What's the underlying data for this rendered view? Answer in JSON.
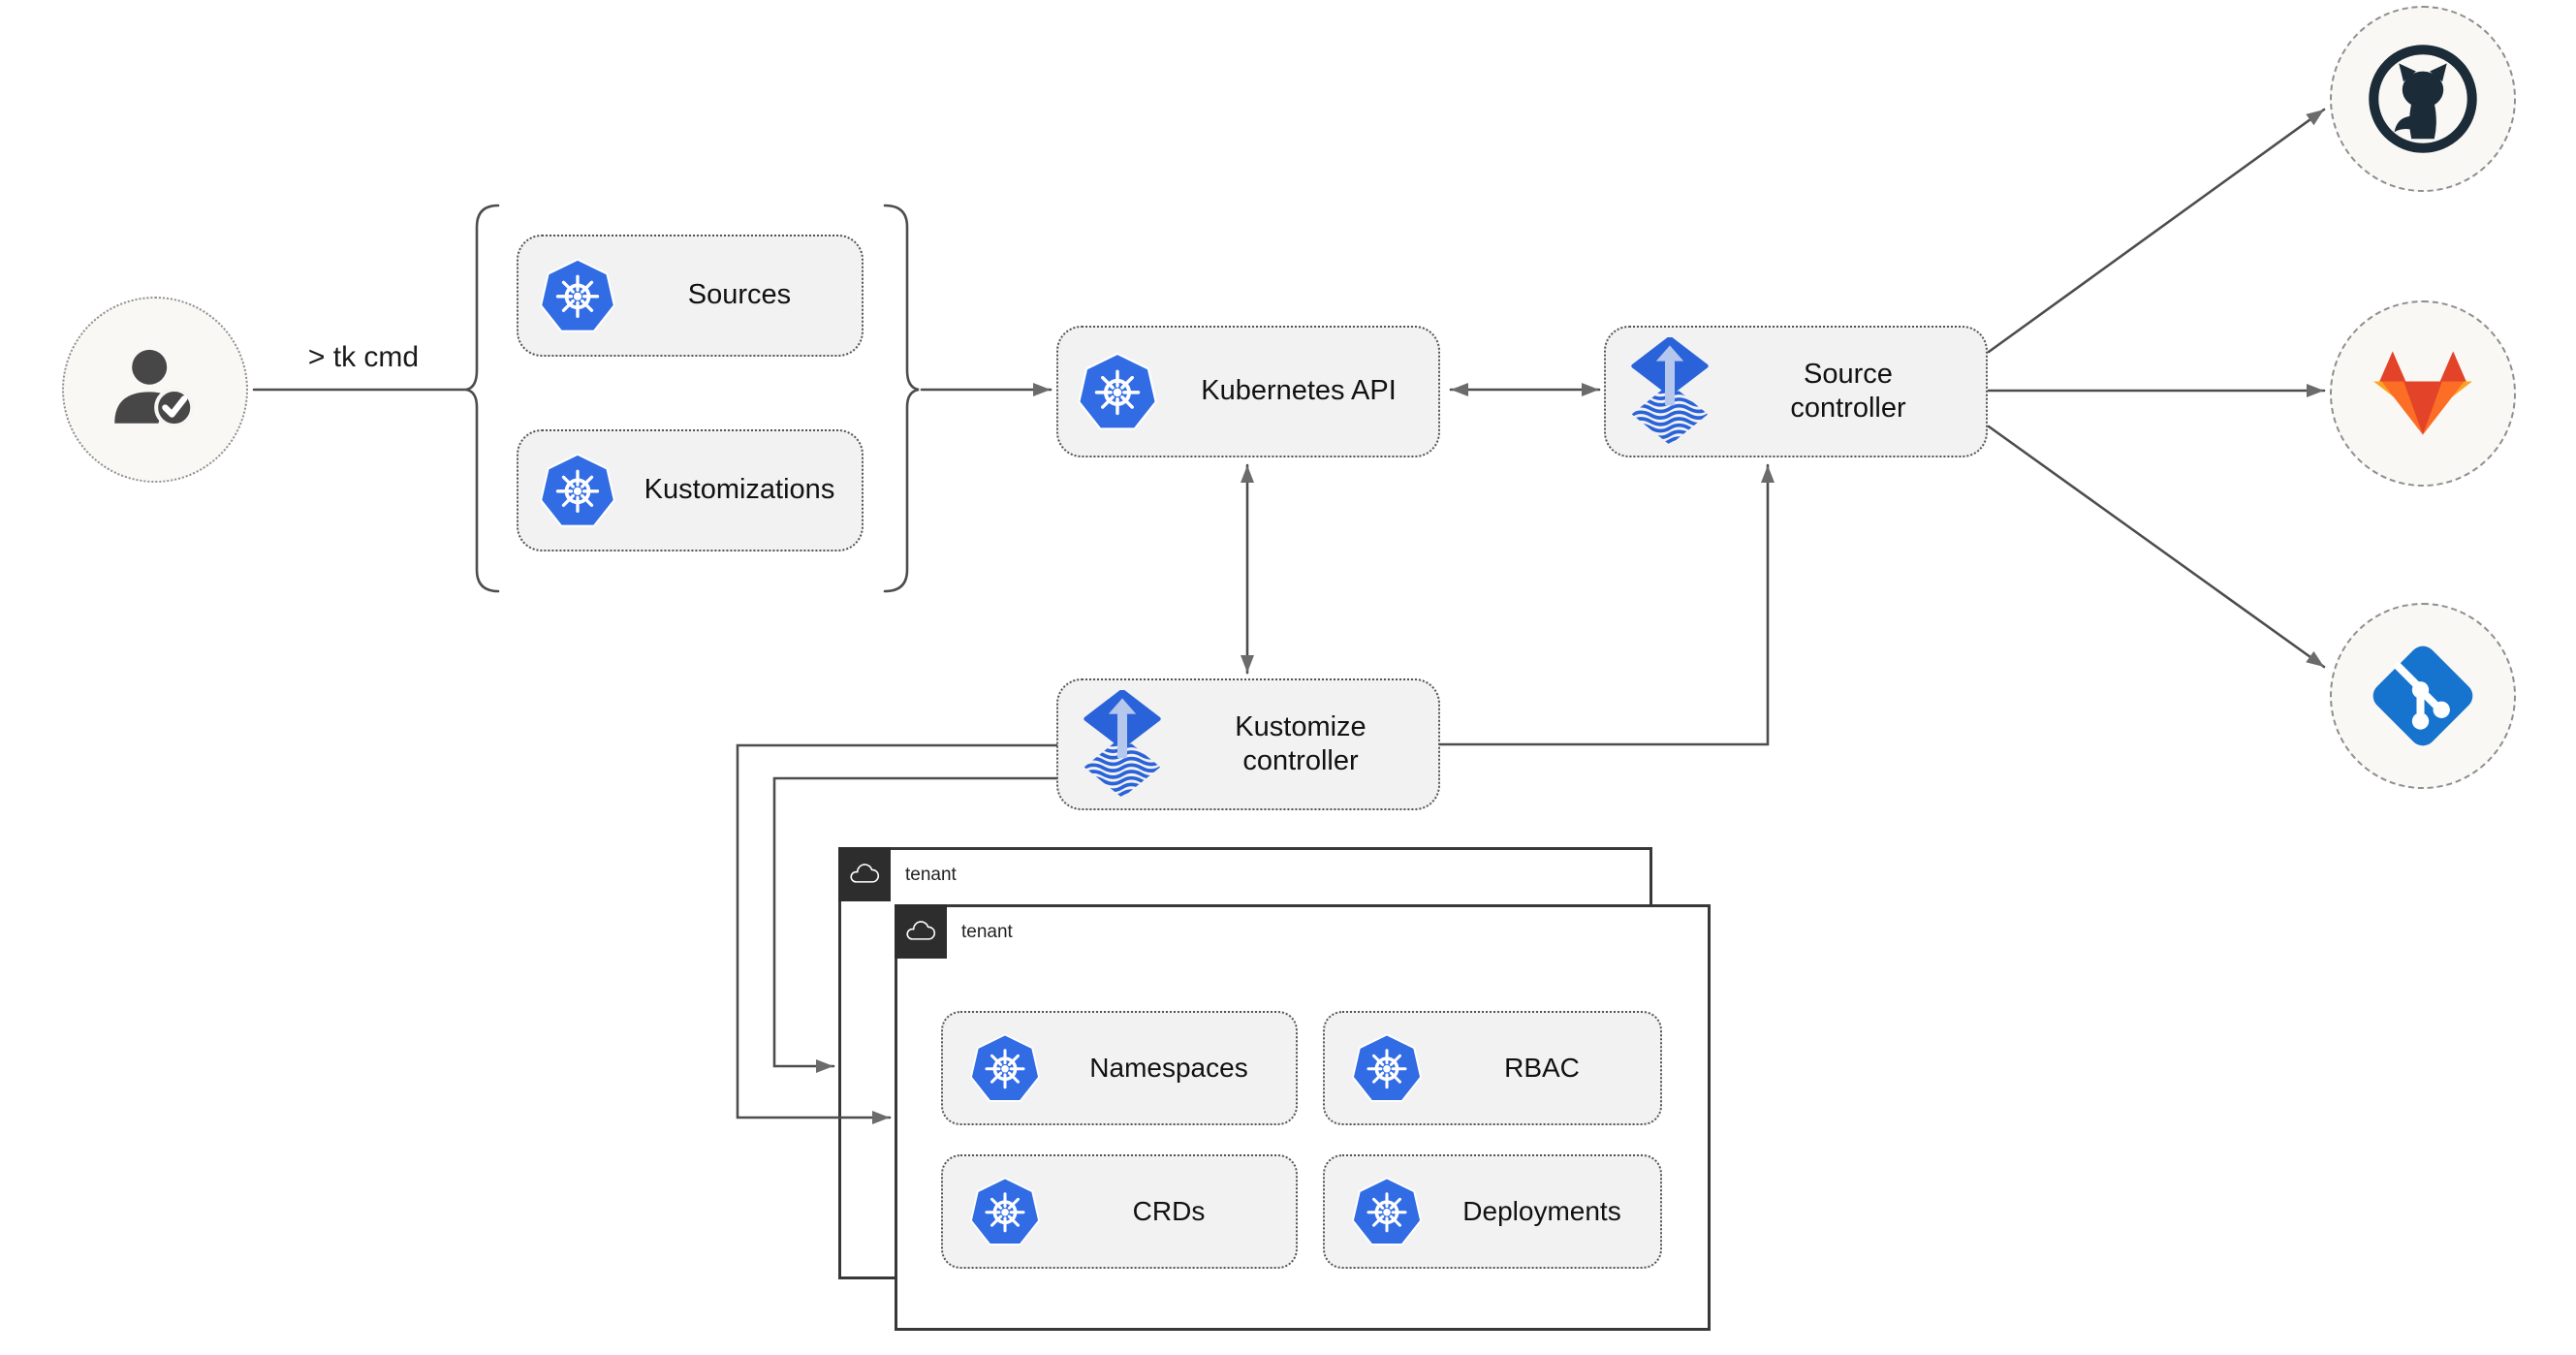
{
  "user": {
    "command": "> tk cmd"
  },
  "cli_group": {
    "items": [
      "Sources",
      "Kustomizations"
    ]
  },
  "nodes": {
    "kubernetes_api": "Kubernetes API",
    "source_controller": "Source controller",
    "kustomize_controller": "Kustomize controller"
  },
  "git_providers": [
    "github",
    "gitlab",
    "git"
  ],
  "tenants": {
    "back": {
      "label": "tenant"
    },
    "front": {
      "label": "tenant",
      "resources": [
        "Namespaces",
        "RBAC",
        "CRDs",
        "Deployments"
      ]
    }
  },
  "icons": {
    "user": "user-check-icon",
    "resource": "kubernetes-icon",
    "flux": "flux-controller-icon",
    "github": "github-octocat-icon",
    "gitlab": "gitlab-tanuki-icon",
    "git": "git-branch-icon",
    "tenant": "cloud-icon"
  },
  "colors": {
    "kubernetes_blue": "#326ce5",
    "flux_blue": "#2a62d9",
    "flux_arrow_light": "#b6c7ee",
    "github_dark": "#1b2b38",
    "gitlab_red": "#e24329",
    "gitlab_orange": "#fc6d26",
    "gitlab_amber": "#fca326",
    "git_blue": "#1673ce",
    "connector_gray": "#4d4d4d",
    "node_fill": "#f2f2f2",
    "circle_fill": "#faf8f4",
    "tenant_tab": "#2d2d2d"
  }
}
